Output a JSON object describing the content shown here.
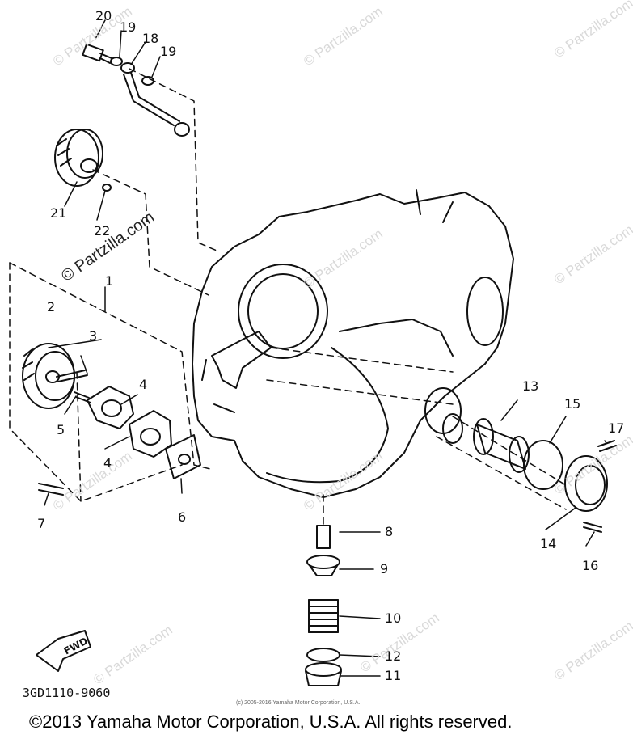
{
  "callouts": [
    {
      "id": "20",
      "label": "20"
    },
    {
      "id": "19a",
      "label": "19"
    },
    {
      "id": "18",
      "label": "18"
    },
    {
      "id": "19b",
      "label": "19"
    },
    {
      "id": "21",
      "label": "21"
    },
    {
      "id": "22",
      "label": "22"
    },
    {
      "id": "1",
      "label": "1"
    },
    {
      "id": "2",
      "label": "2"
    },
    {
      "id": "3",
      "label": "3"
    },
    {
      "id": "4a",
      "label": "4"
    },
    {
      "id": "5",
      "label": "5"
    },
    {
      "id": "4b",
      "label": "4"
    },
    {
      "id": "6",
      "label": "6"
    },
    {
      "id": "7",
      "label": "7"
    },
    {
      "id": "13",
      "label": "13"
    },
    {
      "id": "15",
      "label": "15"
    },
    {
      "id": "17",
      "label": "17"
    },
    {
      "id": "14",
      "label": "14"
    },
    {
      "id": "16",
      "label": "16"
    },
    {
      "id": "8",
      "label": "8"
    },
    {
      "id": "9",
      "label": "9"
    },
    {
      "id": "10",
      "label": "10"
    },
    {
      "id": "12",
      "label": "12"
    },
    {
      "id": "11",
      "label": "11"
    }
  ],
  "watermark": {
    "text": "© Partzilla.com",
    "main_text": "© Partzilla.com"
  },
  "fwd_label": "FWD",
  "part_code": "3GD1110-9060",
  "tiny_copyright": "(c) 2005-2016 Yamaha Motor Corporation, U.S.A.",
  "footer": "©2013 Yamaha Motor Corporation, U.S.A. All rights reserved.",
  "colors": {
    "line": "#111111",
    "watermark": "#d9d9d9",
    "background": "#ffffff"
  }
}
